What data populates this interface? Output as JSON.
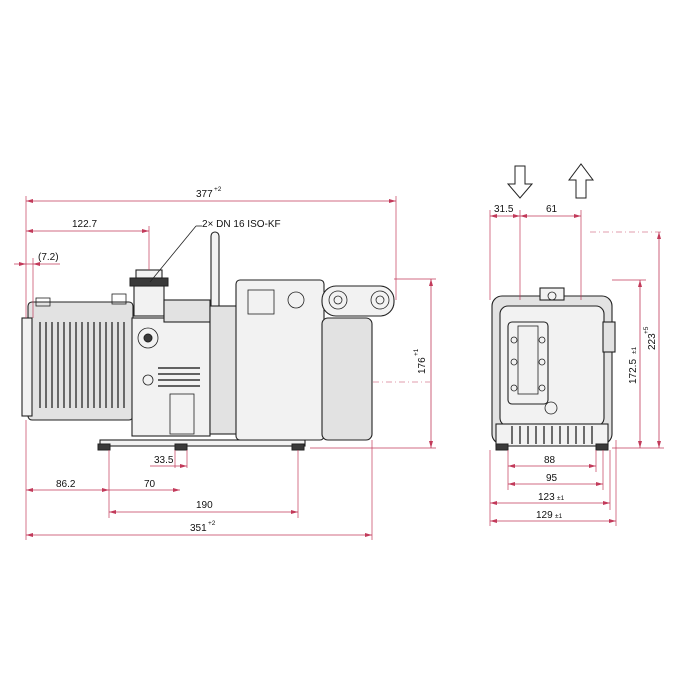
{
  "dimensions": {
    "side_view": {
      "overall_length": {
        "value": "377",
        "tol": "+2"
      },
      "to_inlet": "122.7",
      "offset": "(7.2)",
      "flange_callout": "2× DN 16 ISO-KF",
      "height": {
        "value": "176",
        "tol": "+1"
      },
      "d_33_5": "33.5",
      "d_86_2": "86.2",
      "d_70": "70",
      "d_190": "190",
      "base_length": {
        "value": "351",
        "tol": "+2"
      }
    },
    "end_view": {
      "d_31_5": "31.5",
      "d_61": "61",
      "height_172_5": {
        "value": "172.5",
        "tol": "±1"
      },
      "height_223": {
        "value": "223",
        "tol": "+5"
      },
      "d_88": "88",
      "d_95": "95",
      "width_123": {
        "value": "123",
        "tol": "±1"
      },
      "width_129": {
        "value": "129",
        "tol": "±1"
      }
    }
  },
  "colors": {
    "dimension": "#c23a5a",
    "outline": "#222222"
  },
  "icons": [
    "arrow-down-icon",
    "arrow-up-icon"
  ]
}
